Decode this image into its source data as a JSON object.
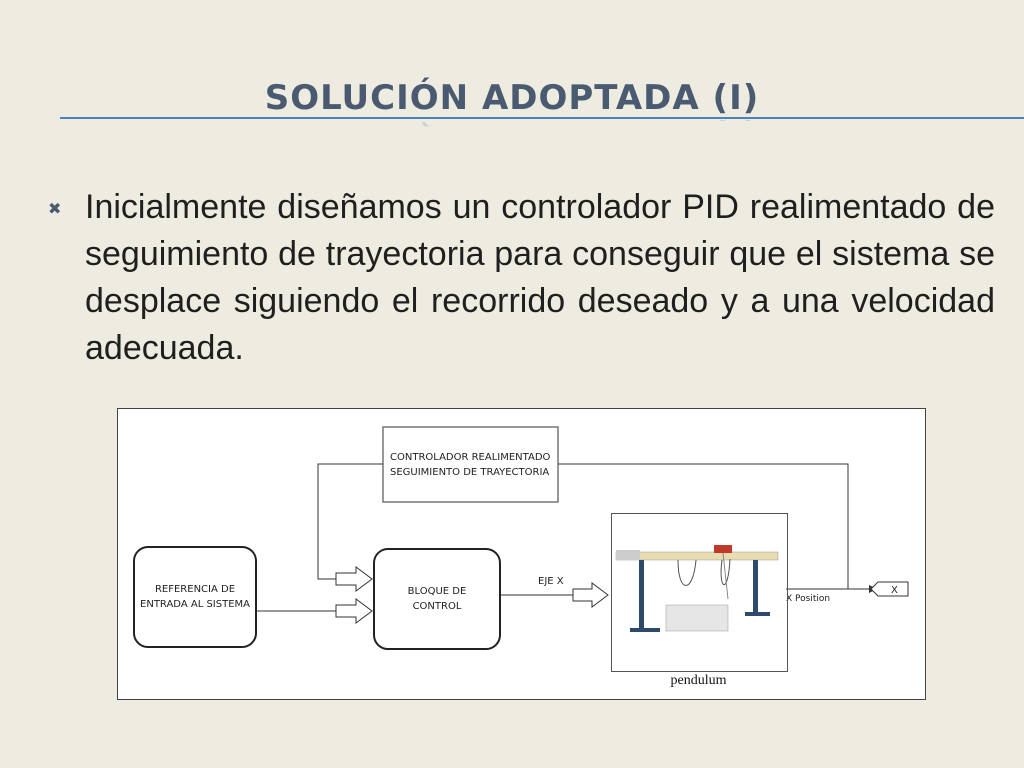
{
  "slide": {
    "title": "SOLUCIÓN ADOPTADA (I)",
    "bullet": "Inicialmente diseñamos un controlador PID realimentado de seguimiento de trayectoria para conseguir que el sistema se desplace siguiendo el recorrido deseado y a una velocidad adecuada."
  },
  "diagram": {
    "feedback_block": {
      "line1": "CONTROLADOR REALIMENTADO",
      "line2": "SEGUIMIENTO DE TRAYECTORIA"
    },
    "reference_block": {
      "line1": "REFERENCIA DE",
      "line2": "ENTRADA AL SISTEMA"
    },
    "control_block": {
      "line1": "BLOQUE DE",
      "line2": "CONTROL"
    },
    "signal_label": "EJE X",
    "output_label": "X Position",
    "output_port": "X",
    "plant_label": "pendulum"
  }
}
